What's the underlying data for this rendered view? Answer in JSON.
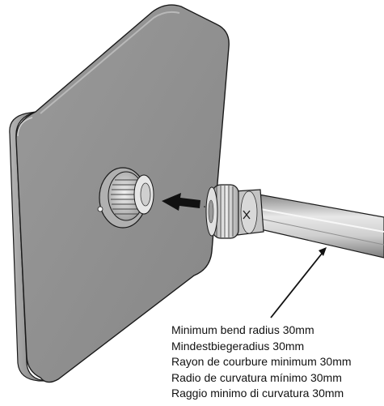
{
  "caption": {
    "lines": [
      "Minimum bend radius 30mm",
      "Mindestbiegeradius 30mm",
      "Rayon de courbure minimum 30mm",
      "Radio de curvatura mínimo 30mm",
      "Raggio minimo di curvatura 30mm"
    ]
  },
  "colors": {
    "panel_face": "#8f8f8f",
    "panel_edge": "#6e6e6e",
    "panel_outline": "#1a1a1a",
    "fitting_metal": "#d0d0d0",
    "cable_sheath": "#b8b8b8",
    "arrow": "#111111"
  },
  "icons": [
    "insert-direction-arrow",
    "leader-line",
    "unlock-cross-symbol"
  ]
}
